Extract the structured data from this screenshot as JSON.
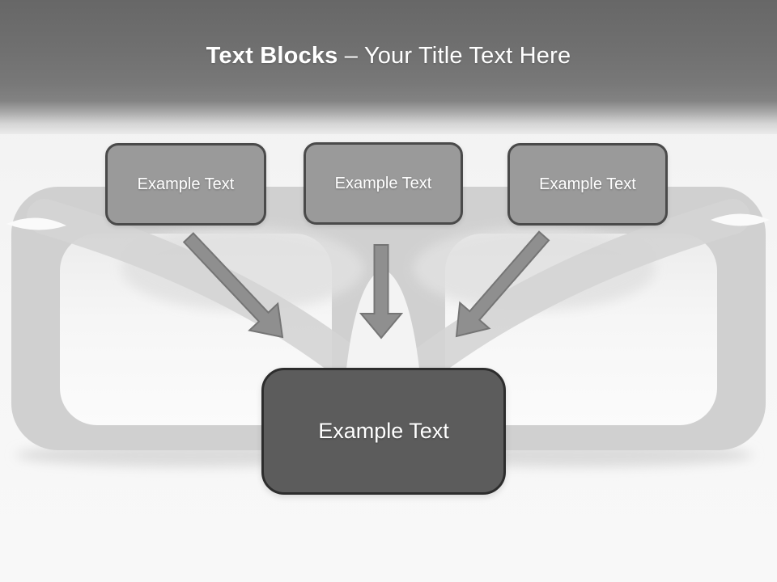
{
  "slide": {
    "header": {
      "title_bold": "Text Blocks",
      "title_regular": "– Your Title Text Here"
    },
    "diagram": {
      "top_blocks": [
        {
          "label": "Example Text"
        },
        {
          "label": "Example Text"
        },
        {
          "label": "Example Text"
        }
      ],
      "center_block": {
        "label": "Example Text"
      },
      "connectors": [
        {
          "icon": "arrow-down-right-icon"
        },
        {
          "icon": "arrow-down-icon"
        },
        {
          "icon": "arrow-down-left-icon"
        }
      ]
    },
    "background": {
      "icon": "eyeglasses-image"
    },
    "colors": {
      "header_gradient_top": "#676767",
      "header_gradient_bottom": "#ebebeb",
      "title_text": "#ffffff",
      "top_block_fill": "#9a9a9a",
      "top_block_border": "#4a4a4a",
      "center_block_fill": "#5c5c5c",
      "center_block_border": "#2d2d2d",
      "block_text": "#ffffff",
      "arrow_fill": "#8f8f8f",
      "arrow_outline": "#757575",
      "page_background": "#f4f4f4",
      "glasses_frame": "#d0d0d0"
    }
  }
}
